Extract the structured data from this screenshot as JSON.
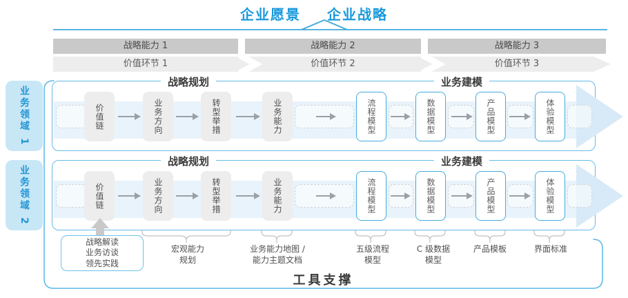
{
  "header": {
    "vision": "企业愿景",
    "strategy": "企业战略"
  },
  "capability_bars": [
    "战略能力 1",
    "战略能力 2",
    "战略能力 3"
  ],
  "value_chain_bars": [
    "价值环节 1",
    "价值环节 2",
    "价值环节 3"
  ],
  "domains": [
    "业务领域 1",
    "业务领域 2"
  ],
  "row_sections": {
    "planning": "战略规划",
    "modeling": "业务建模"
  },
  "boxes": {
    "gray": [
      "价值链",
      "业务方向",
      "转型举措",
      "业务能力"
    ],
    "blue": [
      "流程模型",
      "数据模型",
      "产品模型",
      "体验模型"
    ]
  },
  "annotations": {
    "practice_box": [
      "战略解读",
      "业务访谈",
      "领先实践"
    ],
    "macro": {
      "line1": "宏观能力",
      "line2": "规划"
    },
    "capmap": {
      "line1": "业务能力地图 /",
      "line2": "能力主题文档"
    },
    "process": {
      "line1": "五级流程",
      "line2": "模型"
    },
    "data": {
      "line1": "C 级数据",
      "line2": "模型"
    },
    "product": {
      "line1": "产品模板"
    },
    "ui": {
      "line1": "界面标准"
    }
  },
  "footer": {
    "tool_support": "工具支撑"
  },
  "colors": {
    "accent_blue": "#1899dc",
    "border_blue": "#66bbe7",
    "box_border_blue": "#45abdc",
    "sidebar_fill": "#c7e7f7",
    "band_fill": "#e9f3fb",
    "arrowhead_fill": "#d8eaf7",
    "bar_gray": "#c9c9c9",
    "chevron_gray": "#ededed",
    "box_gray": "#ededed",
    "arrow_gray": "#9aa0a6",
    "bracket_gray": "#c0c0c0",
    "text_dark": "#3c3c3c",
    "text_gray": "#4f4f4f"
  }
}
